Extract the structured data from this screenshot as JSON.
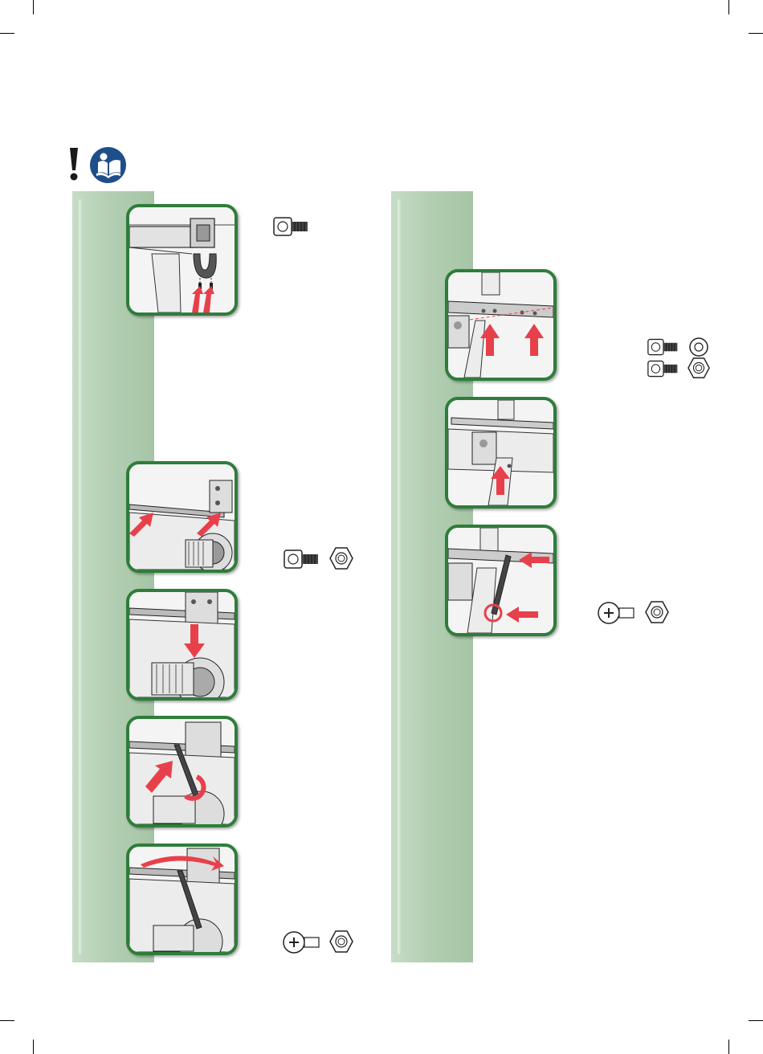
{
  "colors": {
    "panel_border": "#2e7d3a",
    "strip": "#b3cfb3",
    "arrow": "#e8404a",
    "icon_blue": "#1e4f8a"
  },
  "icons": {
    "warning": "exclamation-mark-icon",
    "manual": "read-manual-icon"
  },
  "left_column": {
    "steps": [
      {
        "illustration": "u-bracket-bolts",
        "hardware": [
          "socket-bolt"
        ]
      },
      {
        "illustration": "beam-placement",
        "hardware": []
      },
      {
        "illustration": "beam-bolt-and-nut",
        "hardware": [
          "socket-bolt",
          "hex-nut"
        ]
      },
      {
        "illustration": "hex-key-tighten",
        "hardware": []
      },
      {
        "illustration": "beam-rotate",
        "hardware": [
          "phillips-screw",
          "hex-nut"
        ]
      }
    ]
  },
  "right_column": {
    "steps": [
      {
        "illustration": "plate-bolts",
        "hardware": [
          "socket-bolt",
          "washer",
          "socket-bolt",
          "hex-nut"
        ]
      },
      {
        "illustration": "plate-lift",
        "hardware": []
      },
      {
        "illustration": "hex-key-fasten",
        "hardware": [
          "phillips-screw",
          "hex-nut"
        ]
      }
    ]
  }
}
